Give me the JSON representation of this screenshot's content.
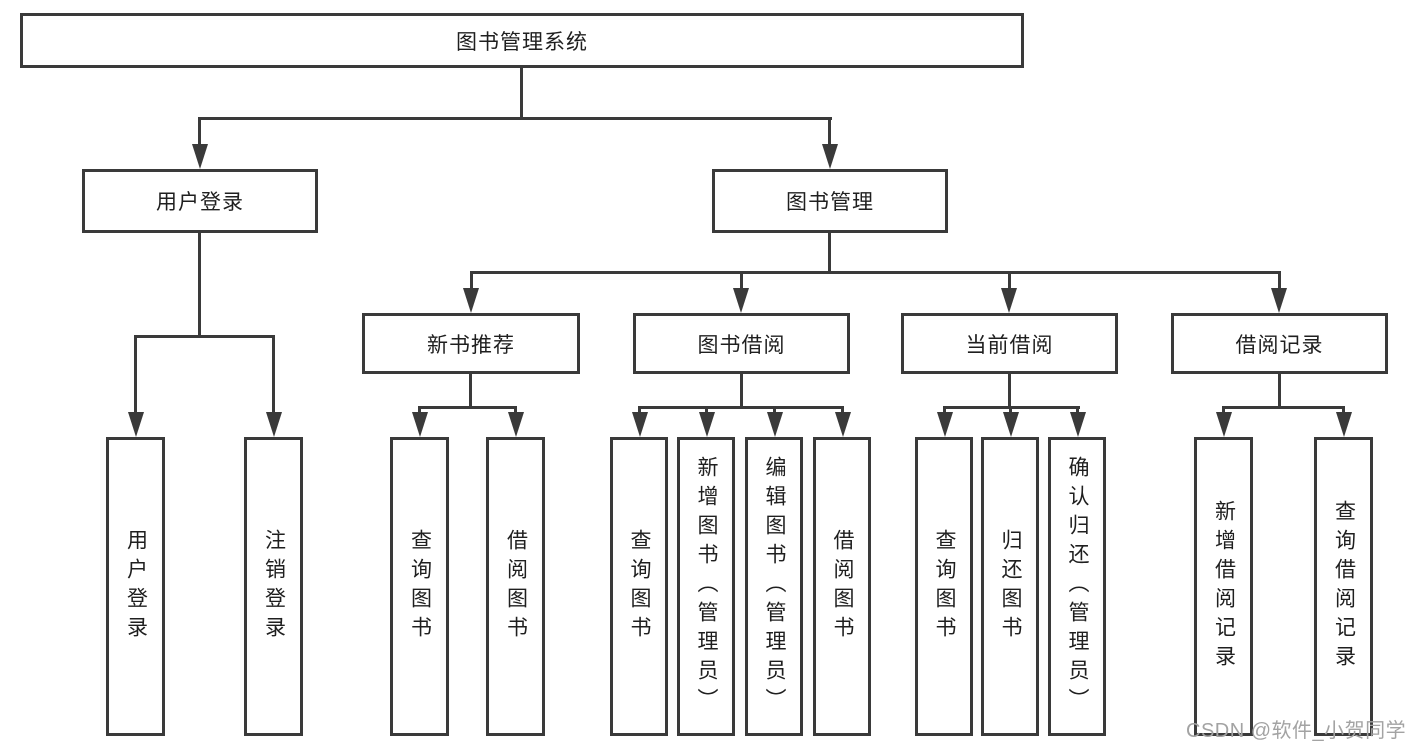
{
  "diagram": {
    "title": "图书管理系统",
    "colors": {
      "line": "#3a3a3a",
      "text": "#1f1f1f",
      "box_background": "#ffffff",
      "page_background": "#ffffff",
      "watermark": "#a3a3a3"
    },
    "tree": {
      "label": "图书管理系统",
      "children": [
        {
          "label": "用户登录",
          "children": [
            {
              "label": "用户登录"
            },
            {
              "label": "注销登录"
            }
          ]
        },
        {
          "label": "图书管理",
          "children": [
            {
              "label": "新书推荐",
              "children": [
                {
                  "label": "查询图书"
                },
                {
                  "label": "借阅图书"
                }
              ]
            },
            {
              "label": "图书借阅",
              "children": [
                {
                  "label": "查询图书"
                },
                {
                  "label": "新增图书（管理员）"
                },
                {
                  "label": "编辑图书（管理员）"
                },
                {
                  "label": "借阅图书"
                }
              ]
            },
            {
              "label": "当前借阅",
              "children": [
                {
                  "label": "查询图书"
                },
                {
                  "label": "归还图书"
                },
                {
                  "label": "确认归还（管理员）"
                }
              ]
            },
            {
              "label": "借阅记录",
              "children": [
                {
                  "label": "新增借阅记录"
                },
                {
                  "label": "查询借阅记录"
                }
              ]
            }
          ]
        }
      ]
    },
    "watermark": {
      "text": "CSDN @软件_小贺同学"
    }
  }
}
